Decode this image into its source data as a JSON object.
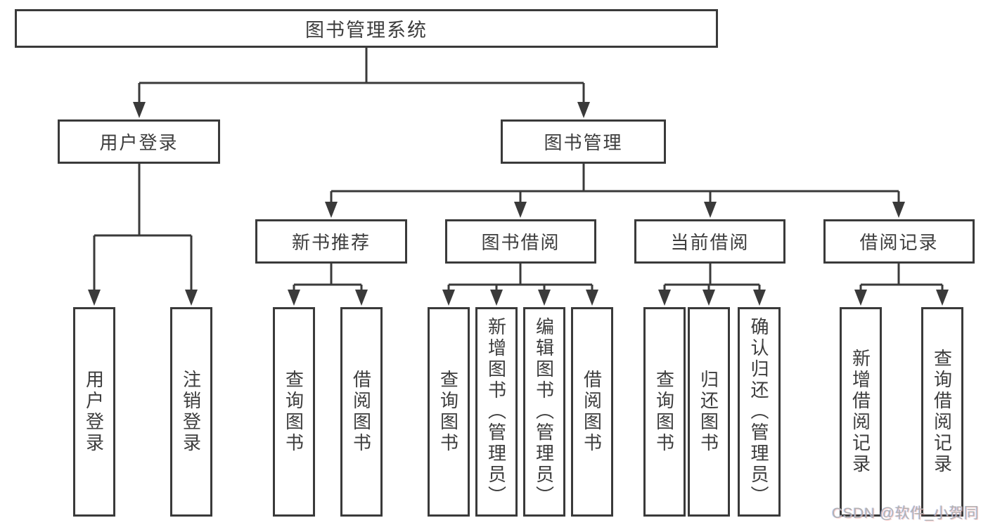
{
  "colors": {
    "line": "#3a3a3a",
    "text": "#3d3d3d",
    "watermark": "#b2b2b2",
    "background": "#ffffff"
  },
  "watermark": {
    "text": "CSDN @软件_小贺同学"
  },
  "nodes": {
    "root": "图书管理系统",
    "user_login": "用户登录",
    "book_mgmt": "图书管理",
    "new_book_rec": "新书推荐",
    "book_borrow": "图书借阅",
    "current_borrow": "当前借阅",
    "borrow_records": "借阅记录",
    "leaf_user_login": "用户登录",
    "leaf_logout": "注销登录",
    "leaf_query_books_1": "查询图书",
    "leaf_borrow_books_1": "借阅图书",
    "leaf_query_books_2": "查询图书",
    "leaf_add_books": "新增图书（管理员）",
    "leaf_edit_books": "编辑图书（管理员）",
    "leaf_borrow_books_2": "借阅图书",
    "leaf_query_books_3": "查询图书",
    "leaf_return_books": "归还图书",
    "leaf_confirm_return": "确认归还（管理员）",
    "leaf_add_borrow_record": "新增借阅记录",
    "leaf_query_borrow_record": "查询借阅记录"
  }
}
